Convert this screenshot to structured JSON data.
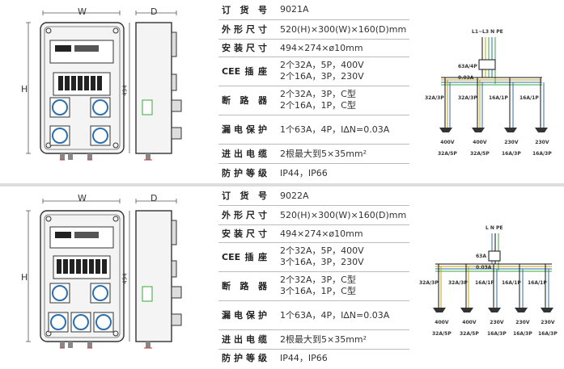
{
  "products": [
    {
      "dims": {
        "w": "W",
        "d": "D",
        "h": "H",
        "depth": "494"
      },
      "specs": [
        {
          "key": "订货号",
          "lines": [
            "9021A"
          ]
        },
        {
          "key": "外形尺寸",
          "lines": [
            "520(H)×300(W)×160(D)mm"
          ]
        },
        {
          "key": "安装尺寸",
          "lines": [
            "494×274×ø10mm"
          ]
        },
        {
          "key": "CEE插座",
          "lines": [
            "2个32A，5P，400V",
            "2个16A，3P，230V"
          ]
        },
        {
          "key": "断路器",
          "lines": [
            "2个32A，3P，C型",
            "2个16A，1P，C型"
          ]
        },
        {
          "key": "漏电保护",
          "lines": [
            "1个63A，4P，I∆N=0.03A"
          ]
        },
        {
          "key": "进出电缆",
          "lines": [
            "2根最大到5×35mm²"
          ]
        },
        {
          "key": "防护等级",
          "lines": [
            "IP44，IP66"
          ]
        }
      ],
      "diagram": {
        "supply": "L1~L3 N PE",
        "rcd": [
          "63A/4P",
          "0.03A"
        ],
        "breakers": [
          "32A/3P",
          "32A/3P",
          "16A/1P",
          "16A/1P"
        ],
        "outlets": [
          [
            "400V",
            "32A/5P"
          ],
          [
            "400V",
            "32A/5P"
          ],
          [
            "230V",
            "16A/3P"
          ],
          [
            "230V",
            "16A/3P"
          ]
        ]
      }
    },
    {
      "dims": {
        "w": "W",
        "d": "D",
        "h": "H",
        "depth": "494"
      },
      "specs": [
        {
          "key": "订货号",
          "lines": [
            "9022A"
          ]
        },
        {
          "key": "外形尺寸",
          "lines": [
            "520(H)×300(W)×160(D)mm"
          ]
        },
        {
          "key": "安装尺寸",
          "lines": [
            "494×274×ø10mm"
          ]
        },
        {
          "key": "CEE插座",
          "lines": [
            "2个32A，5P，400V",
            "3个16A，3P，230V"
          ]
        },
        {
          "key": "断路器",
          "lines": [
            "2个32A，3P，C型",
            "3个16A，1P，C型"
          ]
        },
        {
          "key": "漏电保护",
          "lines": [
            "1个63A，4P，I∆N=0.03A"
          ]
        },
        {
          "key": "进出电缆",
          "lines": [
            "2根最大到5×35mm²"
          ]
        },
        {
          "key": "防护等级",
          "lines": [
            "IP44，IP66"
          ]
        }
      ],
      "diagram": {
        "supply": "L N PE",
        "rcd": [
          "63A",
          "0.03A"
        ],
        "breakers": [
          "32A/3P",
          "32A/3P",
          "16A/1P",
          "16A/1P",
          "16A/1P"
        ],
        "outlets": [
          [
            "400V",
            "32A/5P"
          ],
          [
            "400V",
            "32A/5P"
          ],
          [
            "230V",
            "16A/3P"
          ],
          [
            "230V",
            "16A/3P"
          ],
          [
            "230V",
            "16A/3P"
          ]
        ]
      }
    }
  ]
}
